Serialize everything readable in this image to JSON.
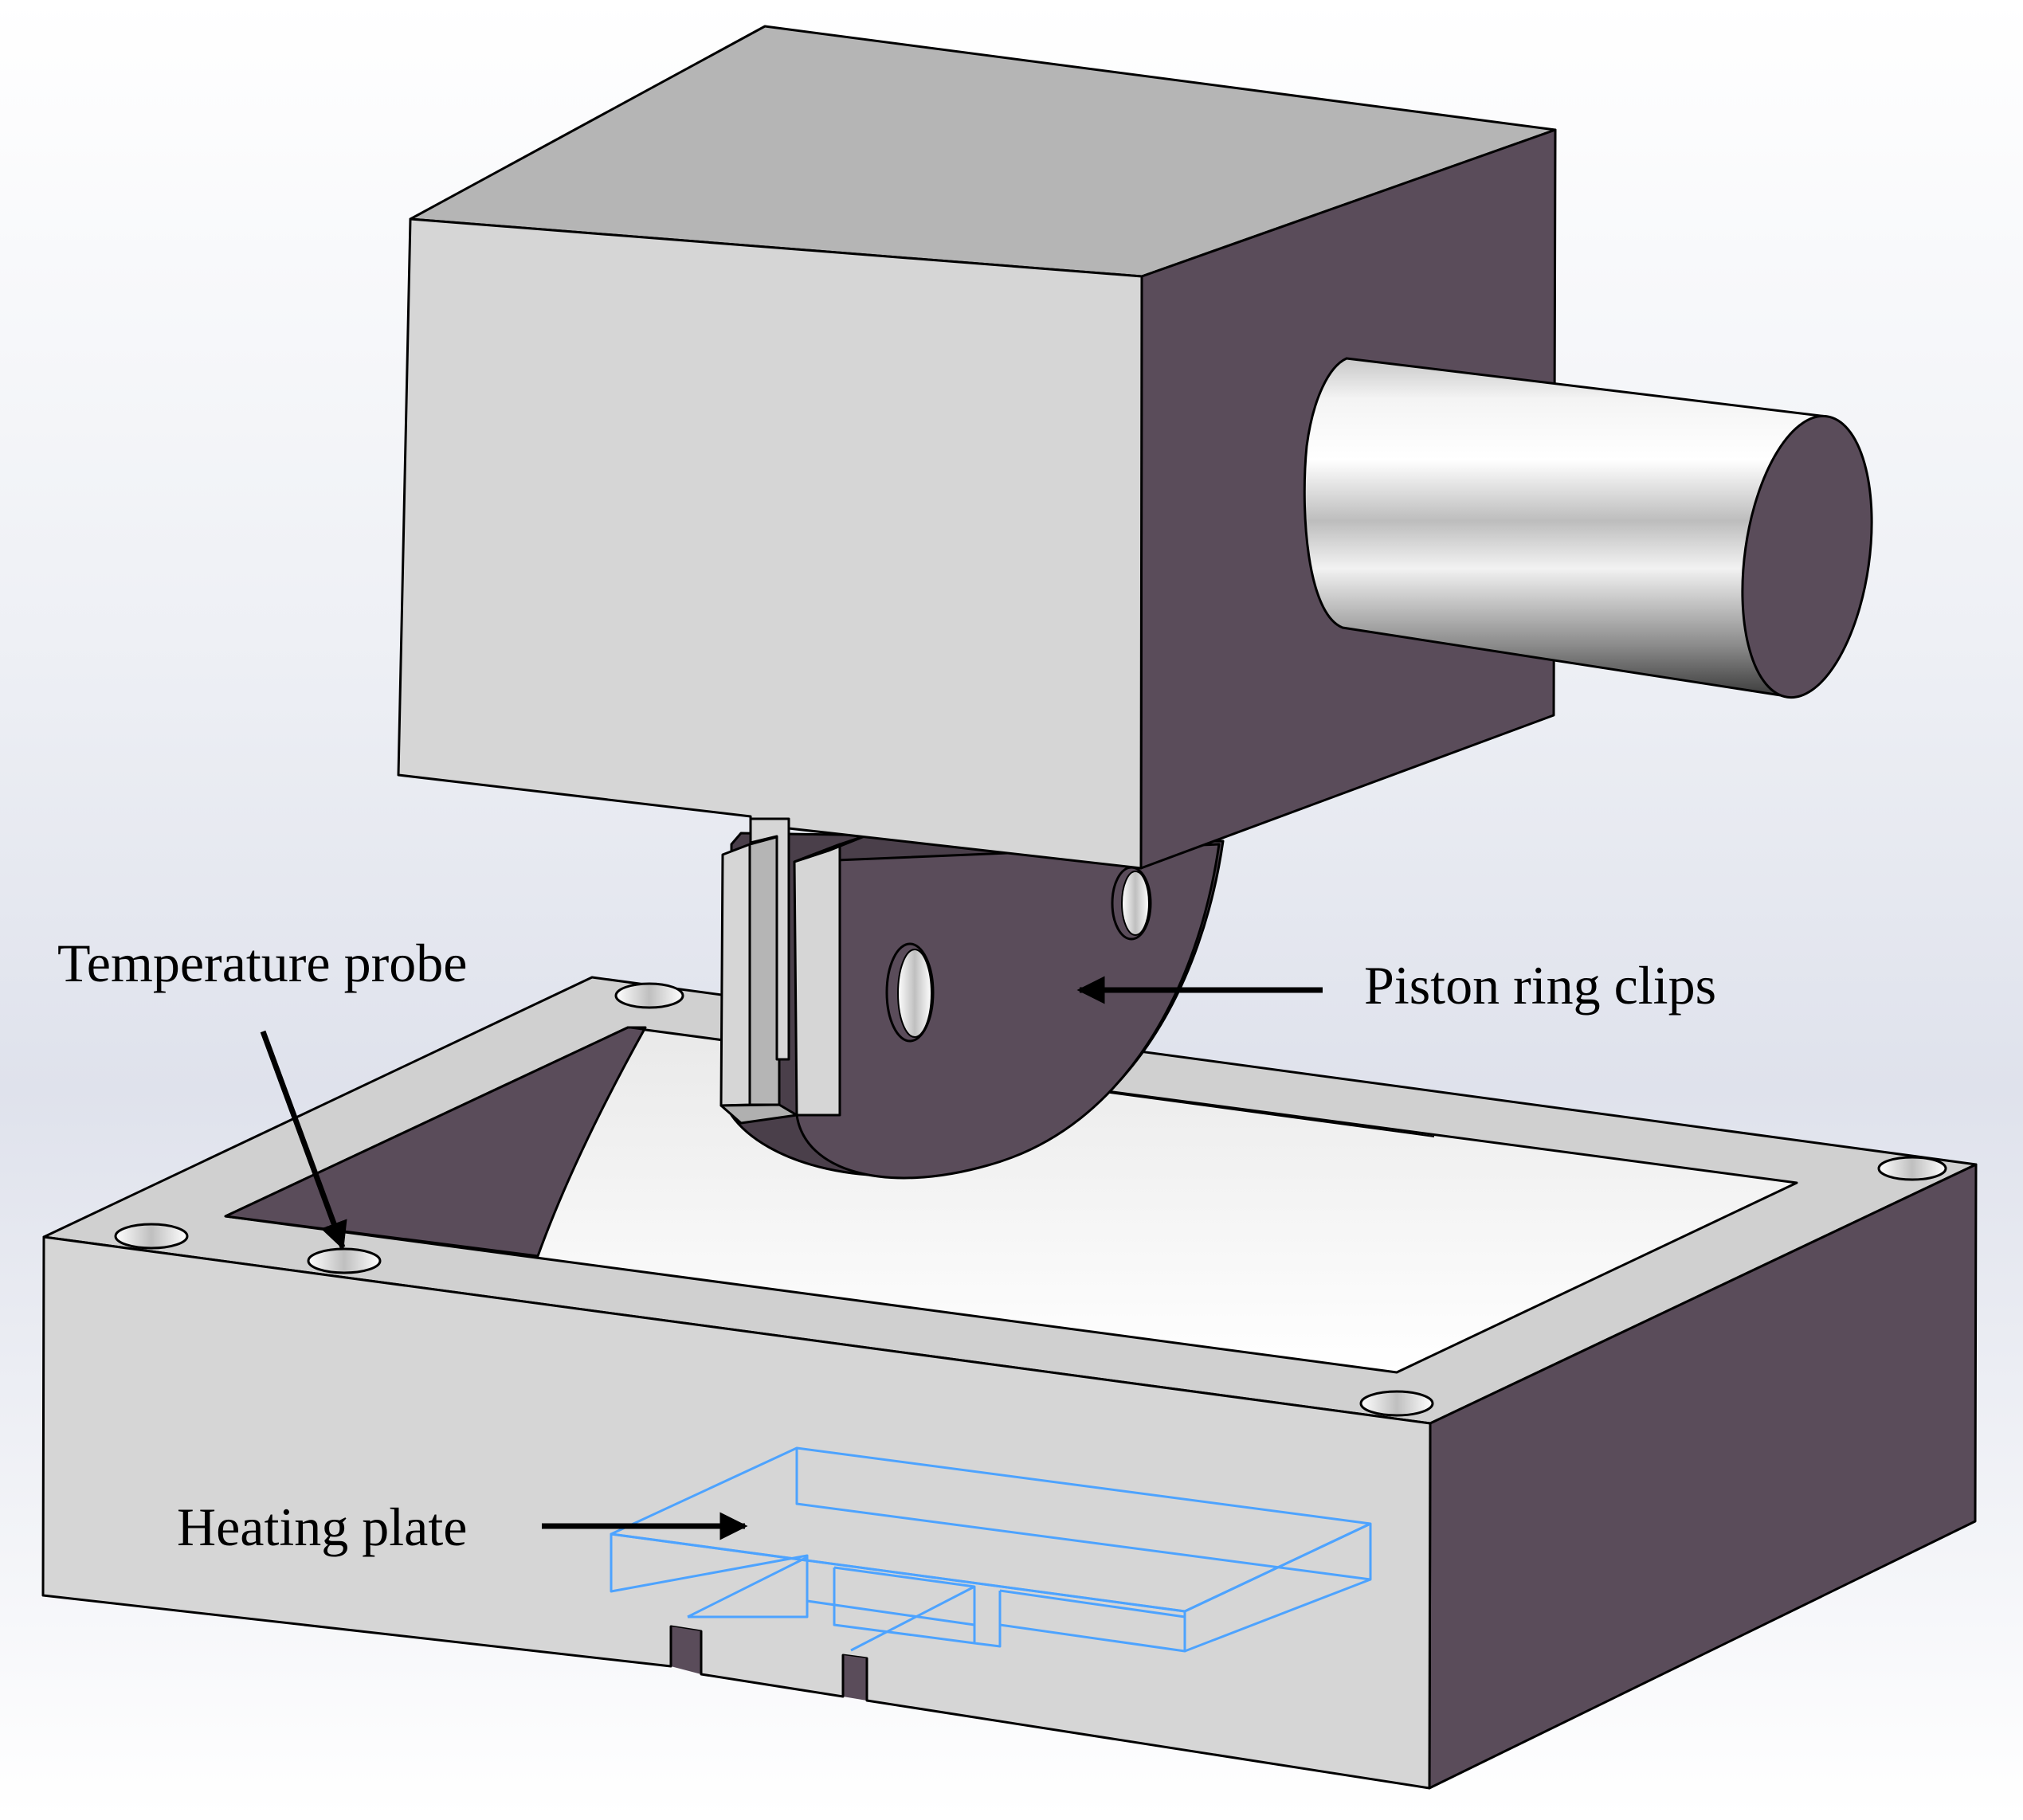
{
  "labels": {
    "temperature_probe": "Temperature probe",
    "piston_ring_clips": "Piston ring clips",
    "heating_plate": "Heating plate"
  },
  "colors": {
    "light_face": "#d6d6d6",
    "top_face": "#b5b5b5",
    "dark_face": "#5a4c5a",
    "hidden_line": "#4da3ff",
    "arrow": "#000000"
  }
}
